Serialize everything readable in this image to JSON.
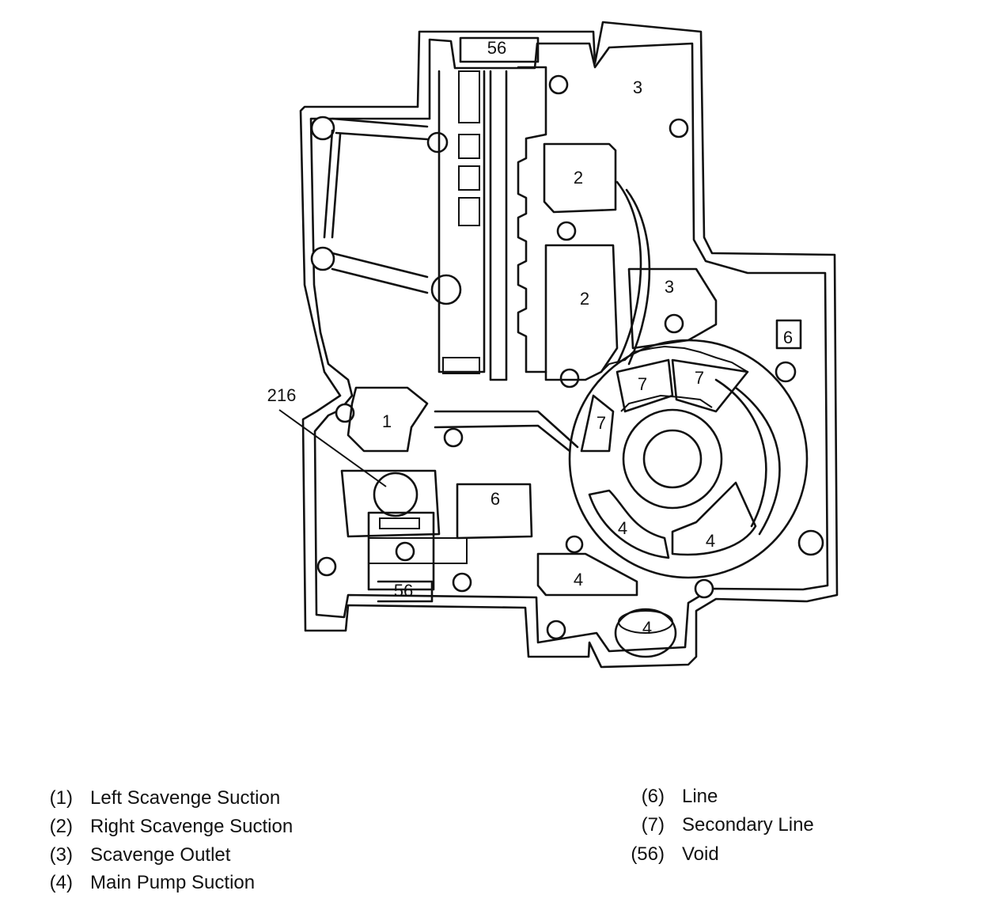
{
  "diagram": {
    "callouts": {
      "c1": "1",
      "c2a": "2",
      "c2b": "2",
      "c3a": "3",
      "c3b": "3",
      "c4a": "4",
      "c4b": "4",
      "c4c": "4",
      "c4d": "4",
      "c6a": "6",
      "c6b": "6",
      "c7a": "7",
      "c7b": "7",
      "c7c": "7",
      "c56a": "56",
      "c56b": "56",
      "c216": "216"
    }
  },
  "legend": {
    "left": [
      {
        "code": "(1)",
        "text": "Left Scavenge Suction"
      },
      {
        "code": "(2)",
        "text": "Right Scavenge Suction"
      },
      {
        "code": "(3)",
        "text": "Scavenge Outlet"
      },
      {
        "code": "(4)",
        "text": "Main Pump Suction"
      }
    ],
    "right": [
      {
        "code": "(6)",
        "text": "Line"
      },
      {
        "code": "(7)",
        "text": "Secondary Line"
      },
      {
        "code": "(56)",
        "text": "Void"
      }
    ]
  }
}
